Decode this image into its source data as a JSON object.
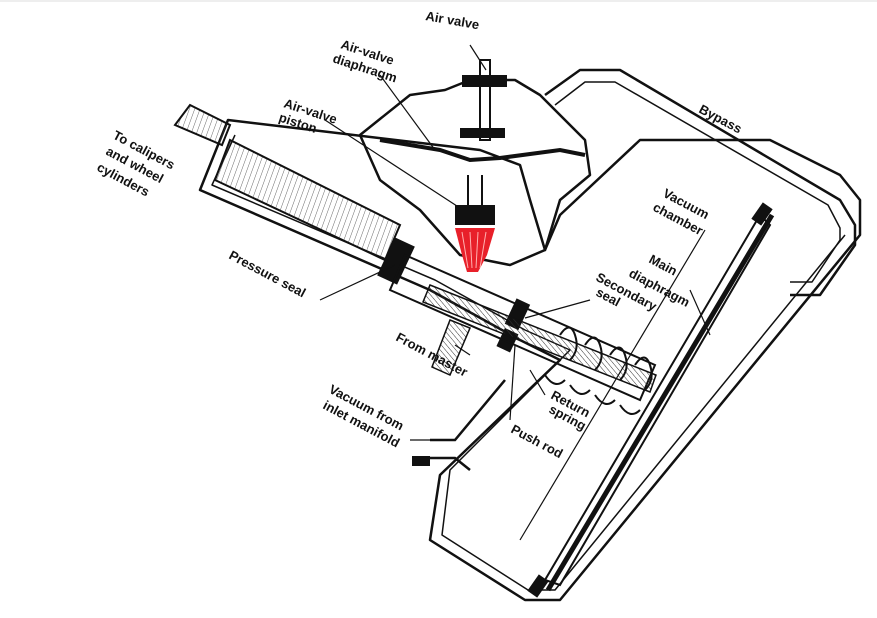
{
  "diagram": {
    "labels": {
      "air_valve": "Air valve",
      "air_valve_diaphragm_1": "Air-valve",
      "air_valve_diaphragm_2": "diaphragm",
      "air_valve_piston_1": "Air-valve",
      "air_valve_piston_2": "piston",
      "bypass": "Bypass",
      "to_calipers_1": "To calipers",
      "to_calipers_2": "and wheel",
      "to_calipers_3": "cylinders",
      "vacuum_chamber_1": "Vacuum",
      "vacuum_chamber_2": "chamber",
      "main_diaphragm_1": "Main",
      "main_diaphragm_2": "diaphragm",
      "pressure_seal": "Pressure seal",
      "secondary_seal_1": "Secondary",
      "secondary_seal_2": "seal",
      "from_master": "From master",
      "return_spring_1": "Return",
      "return_spring_2": "spring",
      "push_rod": "Push rod",
      "vacuum_inlet_1": "Vacuum from",
      "vacuum_inlet_2": "inlet manifold"
    },
    "colors": {
      "line": "#111111",
      "highlight": "#e8202a",
      "background": "#ffffff"
    }
  }
}
